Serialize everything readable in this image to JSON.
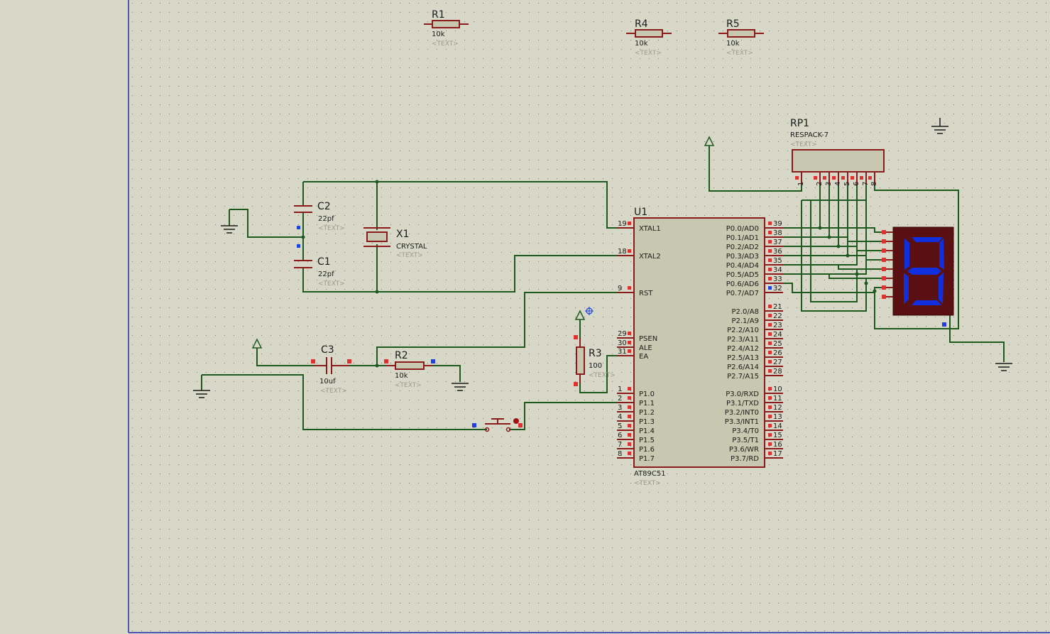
{
  "schematic": {
    "components": {
      "r1": {
        "ref": "R1",
        "value": "10k",
        "text": "<TEXT>"
      },
      "r4": {
        "ref": "R4",
        "value": "10k",
        "text": "<TEXT>"
      },
      "r5": {
        "ref": "R5",
        "value": "10k",
        "text": "<TEXT>"
      },
      "rp1": {
        "ref": "RP1",
        "value": "RESPACK-7",
        "text": "<TEXT>",
        "pins": [
          "1",
          "2",
          "3",
          "4",
          "5",
          "6",
          "7",
          "8"
        ]
      },
      "c2": {
        "ref": "C2",
        "value": "22pf",
        "text": "<TEXT>"
      },
      "c1": {
        "ref": "C1",
        "value": "22pf",
        "text": "<TEXT>"
      },
      "x1": {
        "ref": "X1",
        "value": "CRYSTAL",
        "text": "<TEXT>"
      },
      "c3": {
        "ref": "C3",
        "value": "10uf",
        "text": "<TEXT>"
      },
      "r2": {
        "ref": "R2",
        "value": "10k",
        "text": "<TEXT>"
      },
      "r3": {
        "ref": "R3",
        "value": "100",
        "text": "<TEXT>"
      },
      "u1": {
        "ref": "U1",
        "value": "AT89C51",
        "text": "<TEXT>",
        "left_pins": [
          {
            "num": "19",
            "label": "XTAL1"
          },
          {
            "num": "18",
            "label": "XTAL2"
          },
          {
            "num": "9",
            "label": "RST"
          },
          {
            "num": "29",
            "label": "PSEN"
          },
          {
            "num": "30",
            "label": "ALE"
          },
          {
            "num": "31",
            "label": "EA"
          },
          {
            "num": "1",
            "label": "P1.0"
          },
          {
            "num": "2",
            "label": "P1.1"
          },
          {
            "num": "3",
            "label": "P1.2"
          },
          {
            "num": "4",
            "label": "P1.3"
          },
          {
            "num": "5",
            "label": "P1.4"
          },
          {
            "num": "6",
            "label": "P1.5"
          },
          {
            "num": "7",
            "label": "P1.6"
          },
          {
            "num": "8",
            "label": "P1.7"
          }
        ],
        "right_pins": [
          {
            "num": "39",
            "label": "P0.0/AD0"
          },
          {
            "num": "38",
            "label": "P0.1/AD1"
          },
          {
            "num": "37",
            "label": "P0.2/AD2"
          },
          {
            "num": "36",
            "label": "P0.3/AD3"
          },
          {
            "num": "35",
            "label": "P0.4/AD4"
          },
          {
            "num": "34",
            "label": "P0.5/AD5"
          },
          {
            "num": "33",
            "label": "P0.6/AD6"
          },
          {
            "num": "32",
            "label": "P0.7/AD7"
          },
          {
            "num": "21",
            "label": "P2.0/A8"
          },
          {
            "num": "22",
            "label": "P2.1/A9"
          },
          {
            "num": "23",
            "label": "P2.2/A10"
          },
          {
            "num": "24",
            "label": "P2.3/A11"
          },
          {
            "num": "25",
            "label": "P2.4/A12"
          },
          {
            "num": "26",
            "label": "P2.5/A13"
          },
          {
            "num": "27",
            "label": "P2.6/A14"
          },
          {
            "num": "28",
            "label": "P2.7/A15"
          },
          {
            "num": "10",
            "label": "P3.0/RXD"
          },
          {
            "num": "11",
            "label": "P3.1/TXD"
          },
          {
            "num": "12",
            "label": "P3.2/INT0"
          },
          {
            "num": "13",
            "label": "P3.3/INT1"
          },
          {
            "num": "14",
            "label": "P3.4/T0"
          },
          {
            "num": "15",
            "label": "P3.5/T1"
          },
          {
            "num": "16",
            "label": "P3.6/WR"
          },
          {
            "num": "17",
            "label": "P3.7/RD"
          }
        ]
      }
    },
    "colors": {
      "background": "#d8d8c8",
      "grid_dot": "#7a7a6a",
      "wire": "#1e5a1e",
      "component_outline": "#8b1a1a",
      "component_fill": "#c8c8b0",
      "pin_marker": "#e03030",
      "selected_pin_marker": "#2040e0",
      "display_body": "#5a1010",
      "display_segment": "#1030e0",
      "sheet_border": "#2a2ab0"
    }
  }
}
